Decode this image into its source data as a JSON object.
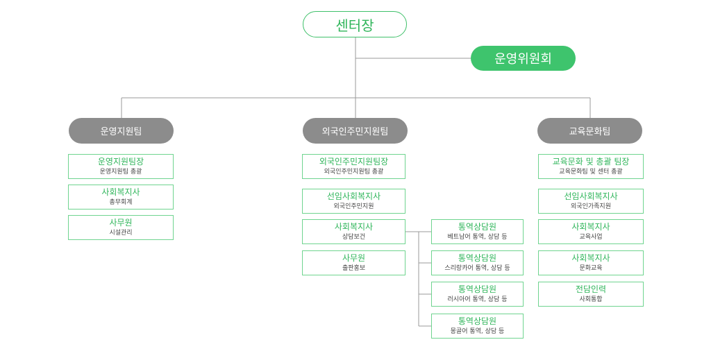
{
  "head": "센터장",
  "committee": "운영위원회",
  "teams": [
    {
      "name": "운영지원팀",
      "members": [
        {
          "title": "운영지원팀장",
          "sub": "운영지원팀 총괄"
        },
        {
          "title": "사회복지사",
          "sub": "총무회계"
        },
        {
          "title": "사무원",
          "sub": "시설관리"
        }
      ]
    },
    {
      "name": "외국인주민지원팀",
      "members": [
        {
          "title": "외국인주민지원팀장",
          "sub": "외국인주민지원팀 총괄"
        },
        {
          "title": "선임사회복지사",
          "sub": "외국인주민지원"
        },
        {
          "title": "사회복지사",
          "sub": "상담보건"
        },
        {
          "title": "사무원",
          "sub": "출판홍보"
        }
      ],
      "counselors": [
        {
          "title": "통역상담원",
          "sub": "베트남어 통역, 상담 등"
        },
        {
          "title": "통역상담원",
          "sub": "스리랑카어 통역, 상담 등"
        },
        {
          "title": "통역상담원",
          "sub": "러시아어 통역, 상담 등"
        },
        {
          "title": "통역상담원",
          "sub": "몽골어 통역, 상담 등"
        }
      ]
    },
    {
      "name": "교육문화팀",
      "members": [
        {
          "title": "교육문화 및 총괄 팀장",
          "sub": "교육문화팀 및 센터 총괄"
        },
        {
          "title": "선임사회복지사",
          "sub": "외국인가족지원"
        },
        {
          "title": "사회복지사",
          "sub": "교육사업"
        },
        {
          "title": "사회복지사",
          "sub": "문화교육"
        },
        {
          "title": "전담인력",
          "sub": "사회통합"
        }
      ]
    }
  ],
  "colors": {
    "accent": "#3ec46d",
    "team": "#8c8c8c",
    "line": "#9a9a9a"
  }
}
